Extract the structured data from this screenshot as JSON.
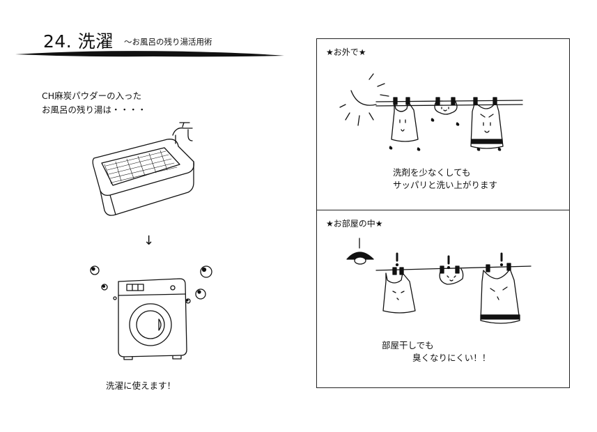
{
  "header": {
    "number_title": "24. 洗濯",
    "subtitle": "～お風呂の残り湯活用術"
  },
  "left": {
    "intro_line1": "CH麻炭パウダーの入った",
    "intro_line2": "お風呂の残り湯は・・・・",
    "arrow": "↓",
    "conclusion": "洗濯に使えます！"
  },
  "outdoor": {
    "label": "★お外で★",
    "line1": "洗剤を少なくしても",
    "line2": "サッパリと洗い上がります"
  },
  "indoor": {
    "label": "★お部屋の中★",
    "line1": "部屋干しでも",
    "line2": "臭くなりにくい！！"
  }
}
